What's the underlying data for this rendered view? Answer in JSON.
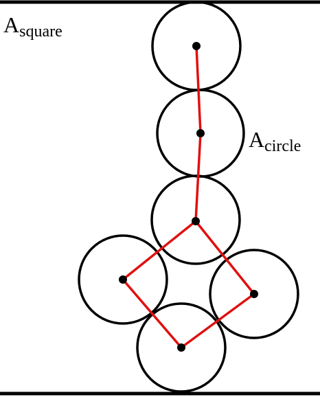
{
  "labels": {
    "square": {
      "main": "A",
      "sub": "square"
    },
    "circle": {
      "main": "A",
      "sub": "circle"
    }
  },
  "colors": {
    "stroke": "#000000",
    "link": "#e01010",
    "node": "#000000",
    "background": "#ffffff"
  },
  "diagram": {
    "circle_count": 6,
    "chain_links": 2,
    "square_links": 4
  }
}
